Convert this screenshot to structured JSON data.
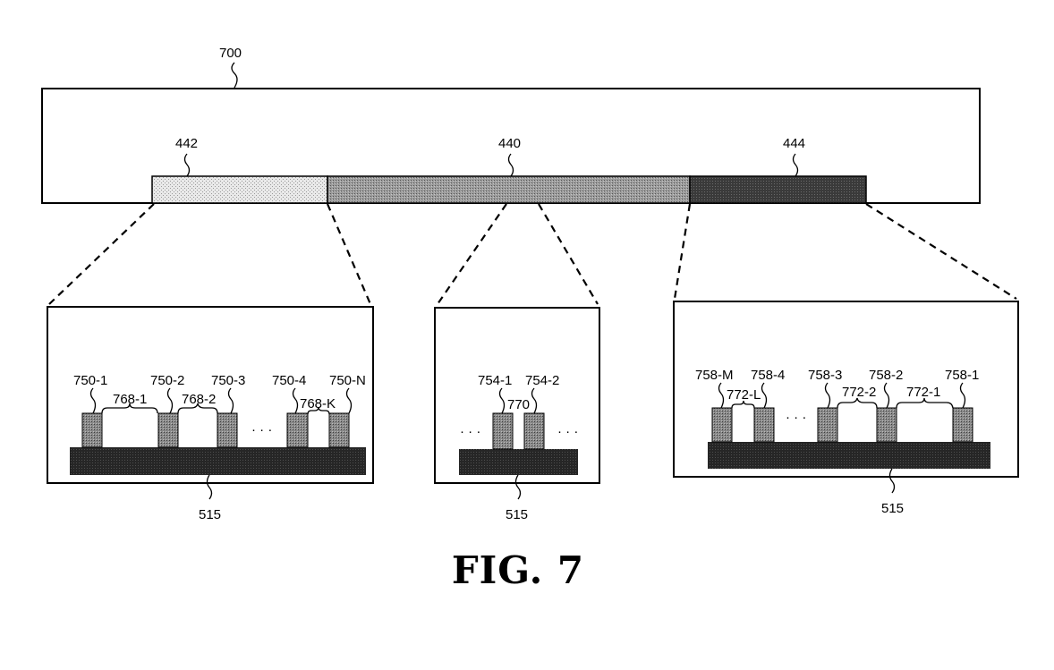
{
  "figure": {
    "caption": "FIG. 7",
    "labels": {
      "device": "700",
      "region_left": "442",
      "region_center": "440",
      "region_right": "444",
      "substrate_left": "515",
      "substrate_center": "515",
      "substrate_right": "515"
    },
    "left_inset": {
      "pillars": [
        "750-1",
        "750-2",
        "750-3",
        "750-4",
        "750-N"
      ],
      "gaps": [
        "768-1",
        "768-2",
        "768-K"
      ],
      "ellipsis": "· · ·"
    },
    "center_inset": {
      "pillars": [
        "754-1",
        "754-2"
      ],
      "gaps": [
        "770"
      ],
      "ellipsis_left": "· · ·",
      "ellipsis_right": "· · ·"
    },
    "right_inset": {
      "pillars": [
        "758-M",
        "758-4",
        "758-3",
        "758-2",
        "758-1"
      ],
      "gaps": [
        "772-L",
        "772-2",
        "772-1"
      ],
      "ellipsis": "· · ·"
    }
  }
}
